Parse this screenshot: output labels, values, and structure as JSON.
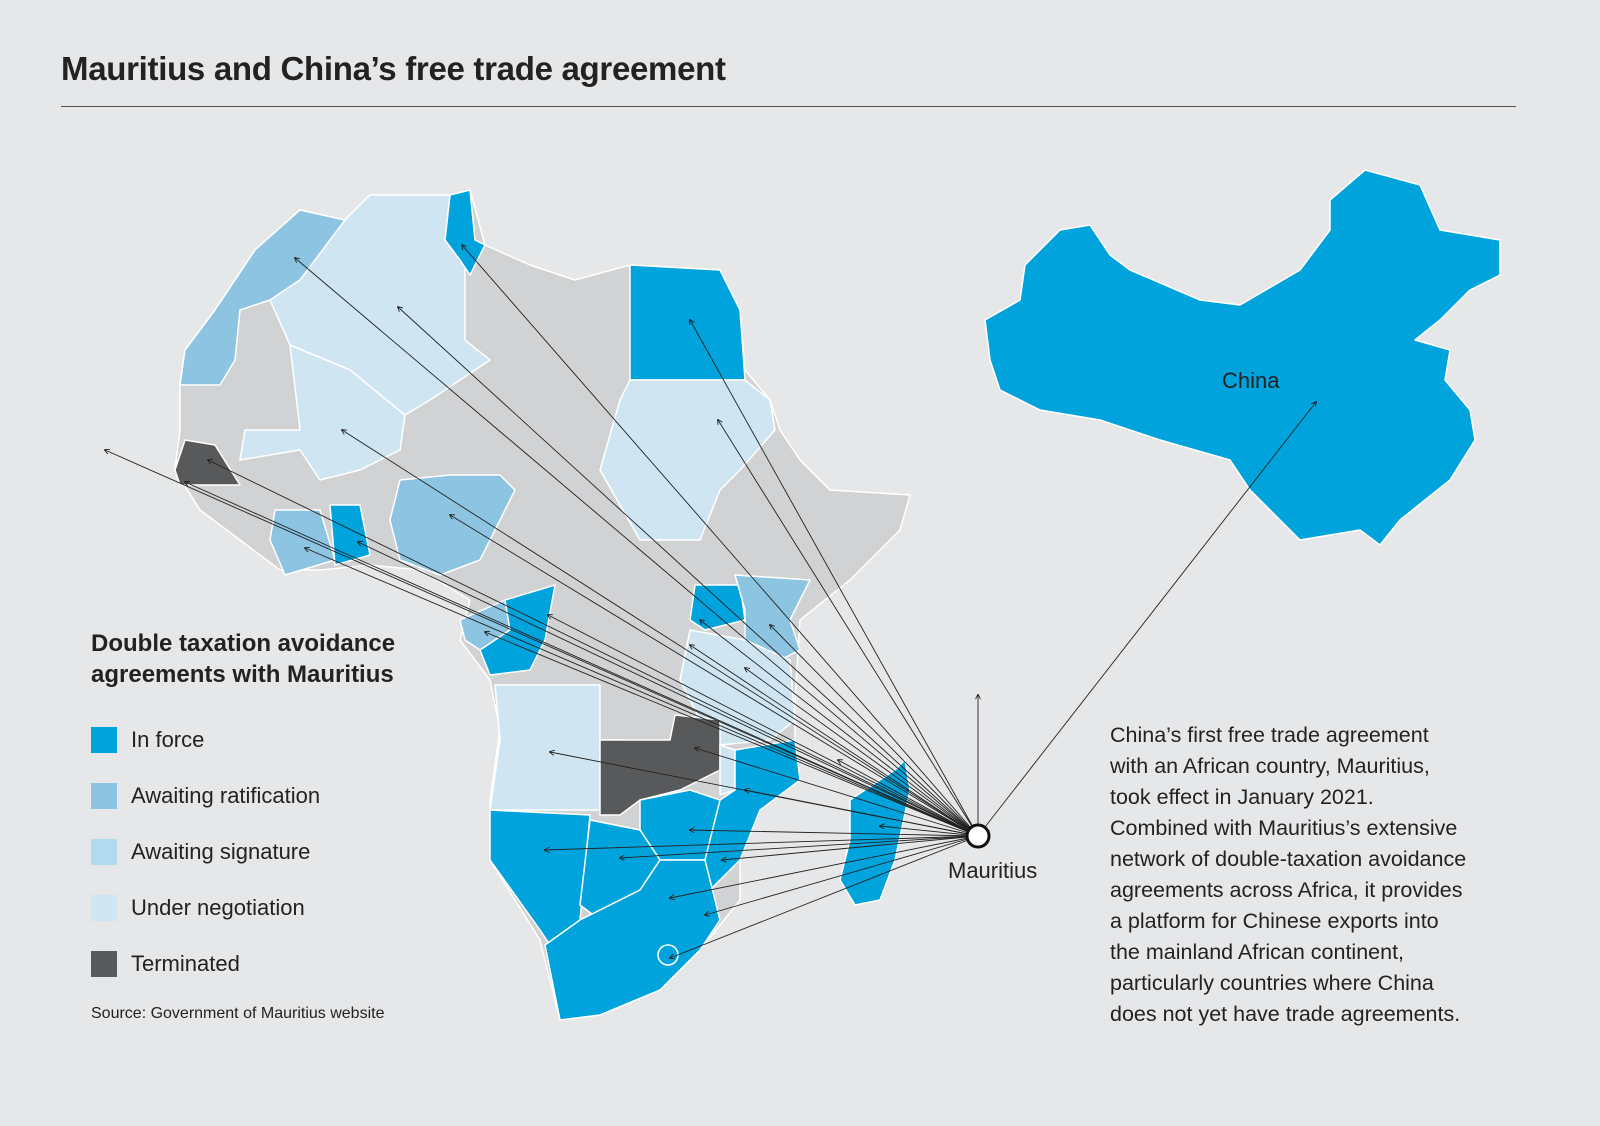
{
  "title": "Mauritius and China’s free trade agreement",
  "legend": {
    "heading_line1": "Double taxation avoidance",
    "heading_line2": "agreements with Mauritius",
    "items": [
      {
        "label": "In force",
        "color": "#00a3dc"
      },
      {
        "label": "Awaiting ratification",
        "color": "#8cc4e2"
      },
      {
        "label": "Awaiting signature",
        "color": "#b2d9ee"
      },
      {
        "label": "Under negotiation",
        "color": "#cfe6f2"
      },
      {
        "label": "Terminated",
        "color": "#58595b"
      }
    ]
  },
  "base_color": "#d1d2d4",
  "map_labels": {
    "china": "China",
    "mauritius": "Mauritius"
  },
  "source": "Source: Government of Mauritius website",
  "body_lines": [
    "China’s first free trade agreement",
    "with an African country, Mauritius,",
    "took effect in January 2021.",
    "Combined with Mauritius’s extensive",
    "network of double-taxation avoidance",
    "agreements across Africa, it provides",
    "a platform for Chinese exports into",
    "the mainland African continent,",
    "particularly countries where China",
    "does not yet have trade agreements."
  ]
}
